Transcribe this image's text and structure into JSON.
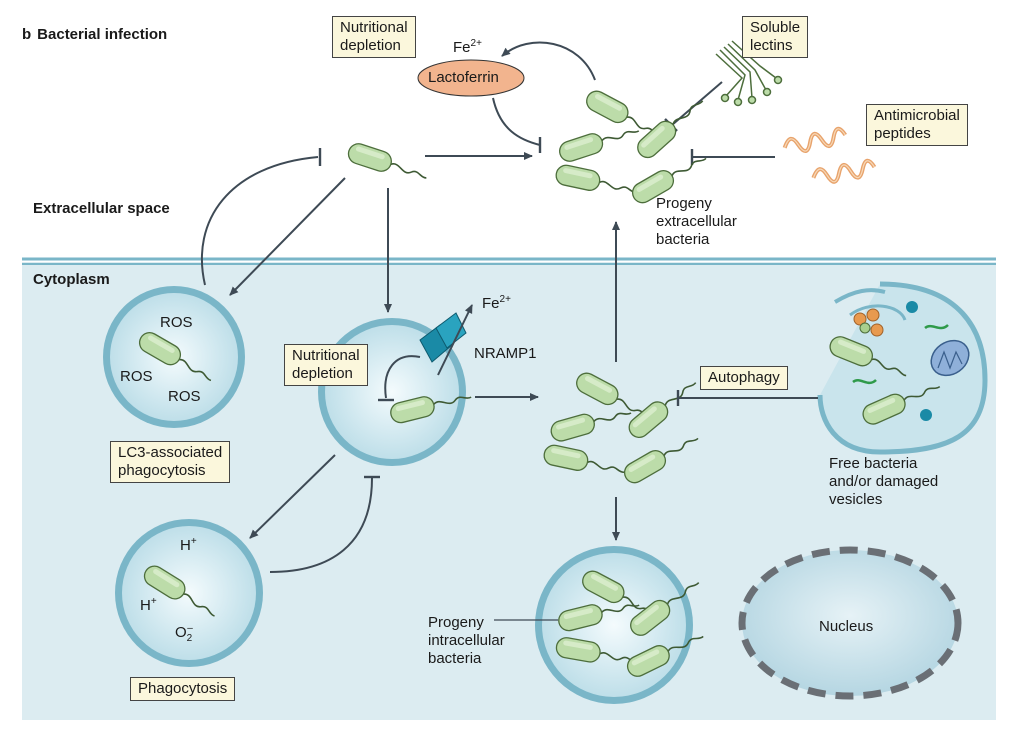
{
  "panel": {
    "letter": "b",
    "title": "Bacterial infection"
  },
  "regions": {
    "extracellular": "Extracellular space",
    "cytoplasm": "Cytoplasm"
  },
  "boxes": {
    "nutritional_depletion_top": [
      "Nutritional",
      "depletion"
    ],
    "soluble_lectins": [
      "Soluble",
      "lectins"
    ],
    "antimicrobial_peptides": [
      "Antimicrobial",
      "peptides"
    ],
    "nutritional_depletion_vesicle": [
      "Nutritional",
      "depletion"
    ],
    "lc3_phagocytosis": [
      "LC3-associated",
      "phagocytosis"
    ],
    "autophagy": "Autophagy",
    "phagocytosis": "Phagocytosis"
  },
  "labels": {
    "lactoferrin": "Lactoferrin",
    "fe": "Fe",
    "fe_charge": "2+",
    "nramp1": "NRAMP1",
    "progeny_extracellular": [
      "Progeny",
      "extracellular",
      "bacteria"
    ],
    "progeny_intracellular": [
      "Progeny",
      "intracellular",
      "bacteria"
    ],
    "free_bacteria": [
      "Free bacteria",
      "and/or damaged",
      "vesicles"
    ],
    "nucleus": "Nucleus",
    "ros": "ROS",
    "h_plus": "H",
    "plus": "+",
    "o2": "O",
    "o2_sub": "2",
    "o2_sup": "–"
  },
  "colors": {
    "bacterium_fill": "#bcdca9",
    "bacterium_stroke": "#4d6e3c",
    "cytoplasm": "#dcecf1",
    "membrane": "#7ab6c8",
    "vesicle_fill": "#c9e4ec",
    "box_fill": "#fbf7dc",
    "lactoferrin": "#f2b48e",
    "nramp1": "#1a8aa6",
    "arrow": "#3e4a55"
  }
}
